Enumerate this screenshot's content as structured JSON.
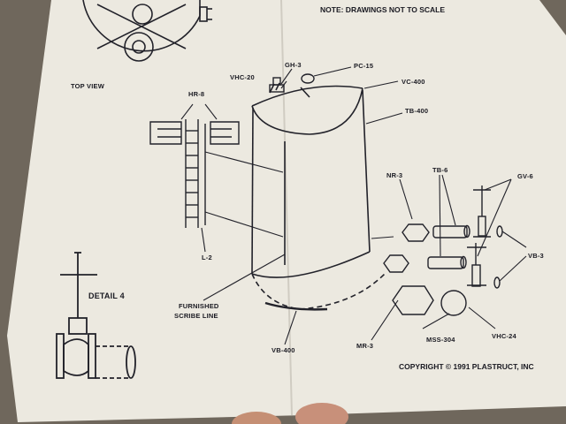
{
  "header": {
    "note": "NOTE: DRAWINGS NOT TO SCALE"
  },
  "views": {
    "top_view": "TOP VIEW",
    "detail": "DETAIL 4"
  },
  "callouts": {
    "vhc20": "VHC-20",
    "gh3": "GH-3",
    "pc15": "PC-15",
    "vc400": "VC-400",
    "tb400": "TB-400",
    "hr8": "HR-8",
    "l2": "L-2",
    "nr3": "NR-3",
    "tb6": "TB-6",
    "gv6": "GV-6",
    "vb3": "VB-3",
    "furnished": "FURNISHED",
    "scribe": "SCRIBE  LINE",
    "vb400": "VB-400",
    "mr3": "MR-3",
    "mss304": "MSS-304",
    "vhc24": "VHC-24"
  },
  "footer": {
    "copyright": "COPYRIGHT  © 1991  PLASTRUCT, INC"
  }
}
